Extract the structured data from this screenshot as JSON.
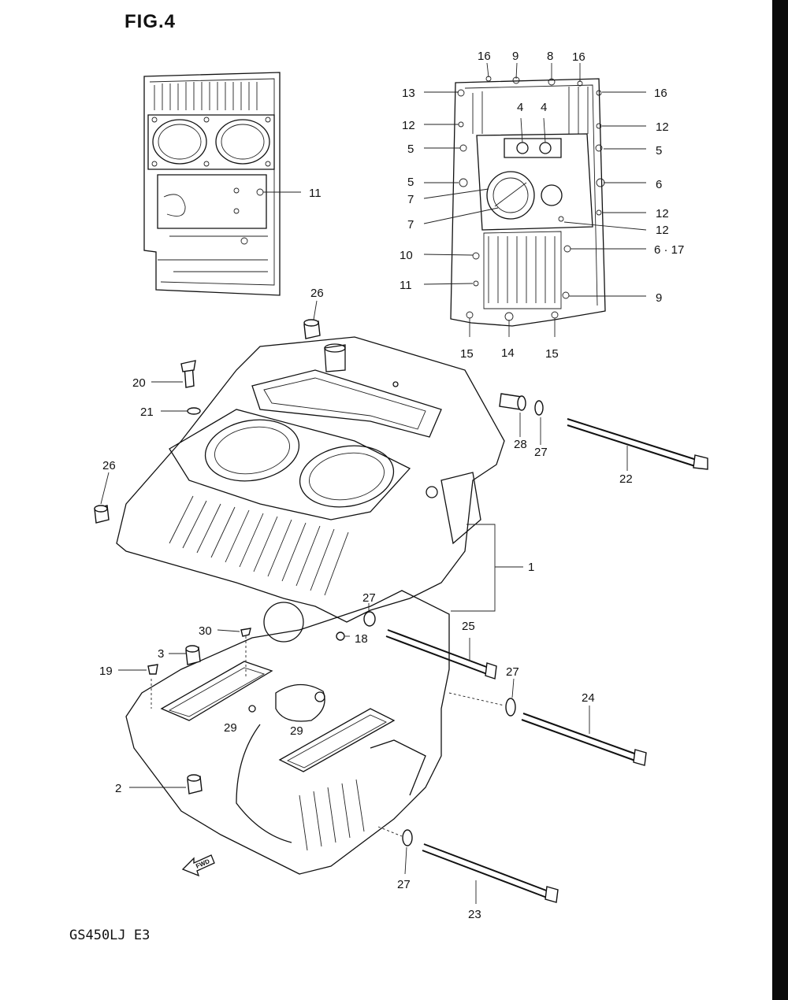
{
  "figure_title": "FIG.4",
  "model_code": "GS450LJ E3",
  "fwd_label": "FWD",
  "inset_a_callout": "11",
  "inset_b_left_callouts": [
    "13",
    "12",
    "5",
    "5",
    "7",
    "7",
    "10",
    "11"
  ],
  "inset_b_right_callouts": [
    "16",
    "12",
    "5",
    "6",
    "12",
    "12",
    "6 · 17",
    "9"
  ],
  "inset_b_top_callouts": [
    "16",
    "9",
    "8",
    "16"
  ],
  "inset_b_bottom_callouts": [
    "15",
    "14",
    "15"
  ],
  "inset_b_inner_callouts": [
    "4",
    "4"
  ],
  "main_callouts": [
    "26",
    "20",
    "21",
    "26",
    "28",
    "27",
    "22",
    "1",
    "27",
    "18",
    "30",
    "3",
    "19",
    "25",
    "27",
    "24",
    "29",
    "29",
    "2",
    "27",
    "23"
  ],
  "colors": {
    "ink": "#111111",
    "paper": "#ffffff",
    "edge_bar": "#0b0b0b"
  }
}
